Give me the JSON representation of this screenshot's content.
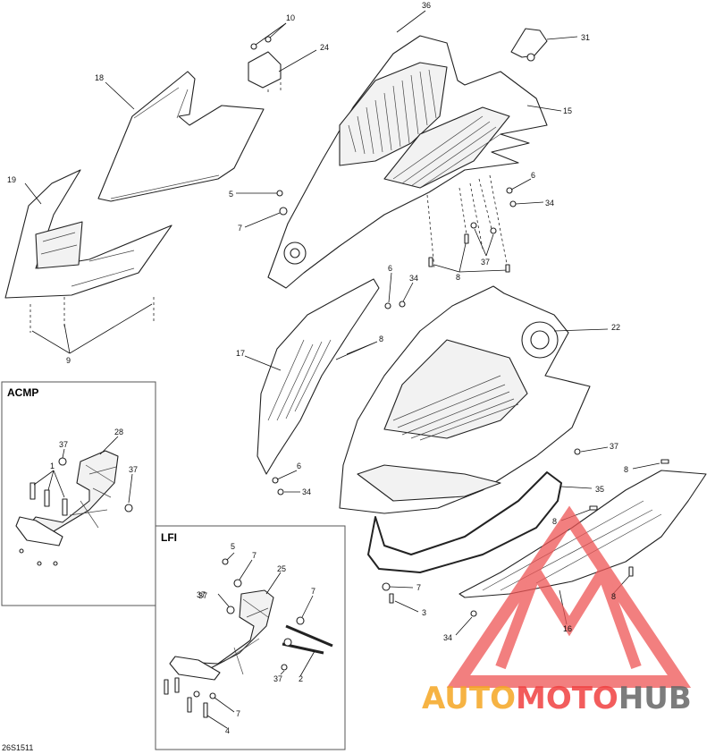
{
  "diagram": {
    "code": "26S1511",
    "boxes": {
      "acmp": "ACMP",
      "lfi": "LFI"
    },
    "callouts": [
      {
        "id": "c10",
        "text": "10"
      },
      {
        "id": "c24",
        "text": "24"
      },
      {
        "id": "c36",
        "text": "36"
      },
      {
        "id": "c31",
        "text": "31"
      },
      {
        "id": "c18",
        "text": "18"
      },
      {
        "id": "c15",
        "text": "15"
      },
      {
        "id": "c19",
        "text": "19"
      },
      {
        "id": "c5a",
        "text": "5"
      },
      {
        "id": "c6a",
        "text": "6"
      },
      {
        "id": "c34a",
        "text": "34"
      },
      {
        "id": "c7a",
        "text": "7"
      },
      {
        "id": "c37a",
        "text": "37"
      },
      {
        "id": "c8a",
        "text": "8"
      },
      {
        "id": "c9",
        "text": "9"
      },
      {
        "id": "c6b",
        "text": "6"
      },
      {
        "id": "c34b",
        "text": "34"
      },
      {
        "id": "c8b",
        "text": "8"
      },
      {
        "id": "c22",
        "text": "22"
      },
      {
        "id": "c17",
        "text": "17"
      },
      {
        "id": "c37b",
        "text": "37"
      },
      {
        "id": "c28",
        "text": "28"
      },
      {
        "id": "c37c",
        "text": "37"
      },
      {
        "id": "c1",
        "text": "1"
      },
      {
        "id": "c37d",
        "text": "37"
      },
      {
        "id": "c6c",
        "text": "6"
      },
      {
        "id": "c34c",
        "text": "34"
      },
      {
        "id": "c37e",
        "text": "37"
      },
      {
        "id": "c8c",
        "text": "8"
      },
      {
        "id": "c35",
        "text": "35"
      },
      {
        "id": "c8d",
        "text": "8"
      },
      {
        "id": "c5b",
        "text": "5"
      },
      {
        "id": "c7b",
        "text": "7"
      },
      {
        "id": "c25",
        "text": "25"
      },
      {
        "id": "c37f",
        "text": "37"
      },
      {
        "id": "c7c",
        "text": "7"
      },
      {
        "id": "c7d",
        "text": "7"
      },
      {
        "id": "c3",
        "text": "3"
      },
      {
        "id": "c8e",
        "text": "8"
      },
      {
        "id": "c16",
        "text": "16"
      },
      {
        "id": "c34d",
        "text": "34"
      },
      {
        "id": "c37g",
        "text": "37"
      },
      {
        "id": "c2",
        "text": "2"
      },
      {
        "id": "c7e",
        "text": "7"
      },
      {
        "id": "c4",
        "text": "4"
      }
    ]
  },
  "watermark": {
    "part1": "AUTO",
    "part2": "MOTO",
    "part3": "HUB",
    "colors": {
      "orange": "#f5a623",
      "red": "#f04040",
      "gray": "#666666",
      "logo_red": "#ee5555"
    }
  }
}
